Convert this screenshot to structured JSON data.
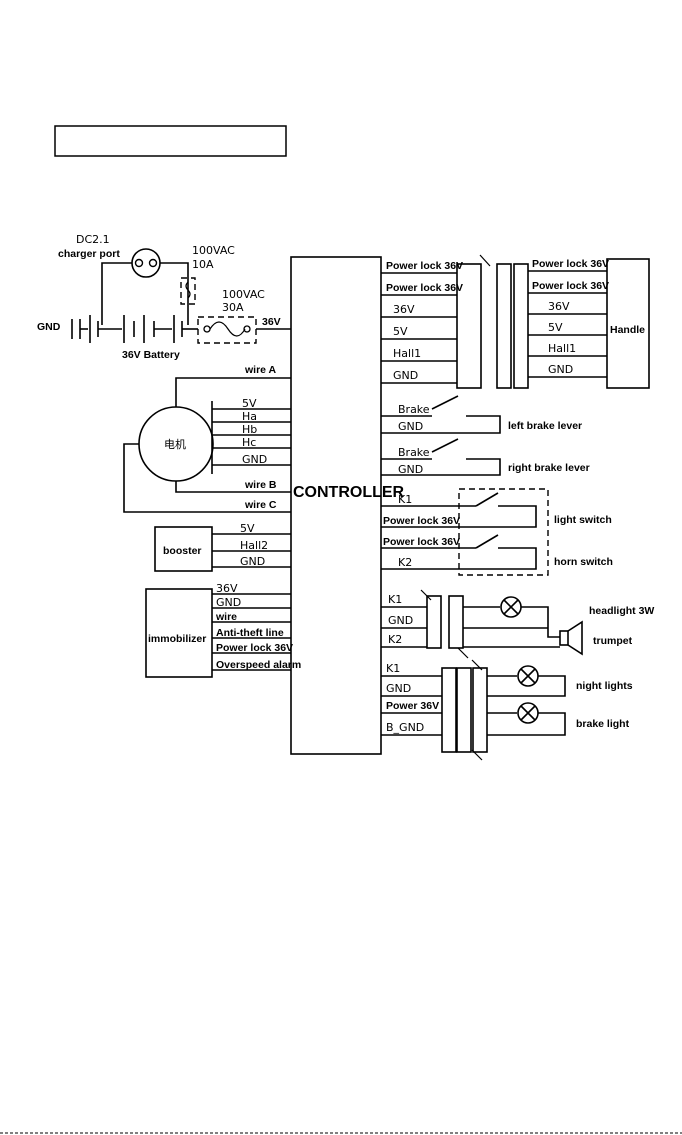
{
  "header_box_text": "",
  "controller": "CONTROLLER",
  "power": {
    "charger": [
      "DC2.1",
      "charger port"
    ],
    "fuse_small": [
      "100VAC",
      "10A"
    ],
    "fuse_big": [
      "100VAC",
      "30A"
    ],
    "gnd": "GND",
    "battery": "36V Battery",
    "v36": "36V"
  },
  "motor": {
    "name": "电机",
    "wire_a": "wire A",
    "pins": [
      "5V",
      "Ha",
      "Hb",
      "Hc",
      "GND"
    ],
    "wire_b": "wire B",
    "wire_c": "wire C"
  },
  "booster": {
    "name": "booster",
    "pins": [
      "5V",
      "Hall2",
      "GND"
    ]
  },
  "immobilizer": {
    "name": "immobilizer",
    "pins": [
      "36V",
      "GND",
      "wire",
      "Anti-theft line",
      "Power lock 36V",
      "Overspeed alarm"
    ]
  },
  "right_pins": {
    "handle_ctrl": [
      "Power lock 36V",
      "Power lock 36V",
      "36V",
      "5V",
      "Hall1",
      "GND"
    ],
    "handle_side": [
      "Power lock 36V",
      "Power lock 36V",
      "36V",
      "5V",
      "Hall1",
      "GND"
    ],
    "left_brake": [
      "Brake",
      "GND"
    ],
    "right_brake": [
      "Brake",
      "GND"
    ],
    "switches": [
      "K1",
      "Power lock 36V",
      "Power lock 36V",
      "K2"
    ],
    "lamp1": [
      "K1",
      "GND",
      "K2"
    ],
    "lamp2": [
      "K1",
      "GND",
      "Power 36V",
      "B_GND"
    ]
  },
  "devices": {
    "handle": "Handle",
    "left_brake": "left brake lever",
    "right_brake": "right brake lever",
    "light_switch": "light switch",
    "horn_switch": "horn switch",
    "headlight": "headlight 3W",
    "trumpet": "trumpet",
    "night_lights": "night lights",
    "brake_light": "brake light"
  }
}
